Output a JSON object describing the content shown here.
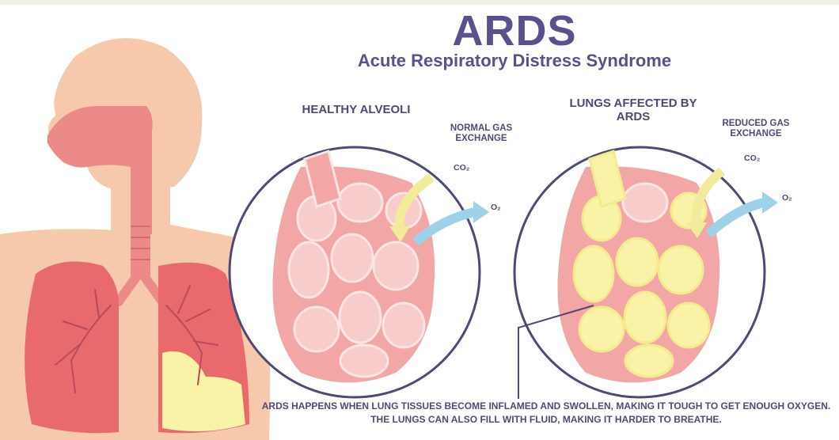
{
  "title": "ARDS",
  "subtitle": "Acute Respiratory Distress Syndrome",
  "labels": {
    "healthy": "HEALTHY ALVEOLI",
    "affected": "LUNGS AFFECTED BY ARDS",
    "normal_exchange": "NORMAL GAS EXCHANGE",
    "reduced_exchange": "REDUCED GAS EXCHANGE",
    "co2": "CO₂",
    "o2": "O₂"
  },
  "caption": "ARDS HAPPENS WHEN LUNG TISSUES BECOME INFLAMED AND SWOLLEN, MAKING IT TOUGH TO GET ENOUGH OXYGEN. THE LUNGS CAN ALSO FILL WITH FLUID, MAKING IT HARDER TO BREATHE.",
  "colors": {
    "title": "#5b4f8e",
    "skin": "#f6c9ad",
    "airway": "#ec8a8a",
    "lung": "#e96a6c",
    "alveoli": "#f2a6a5",
    "fluid": "#f8f3a6",
    "co2_arrow": "#f2ec9a",
    "o2_arrow": "#9cd2ea"
  }
}
